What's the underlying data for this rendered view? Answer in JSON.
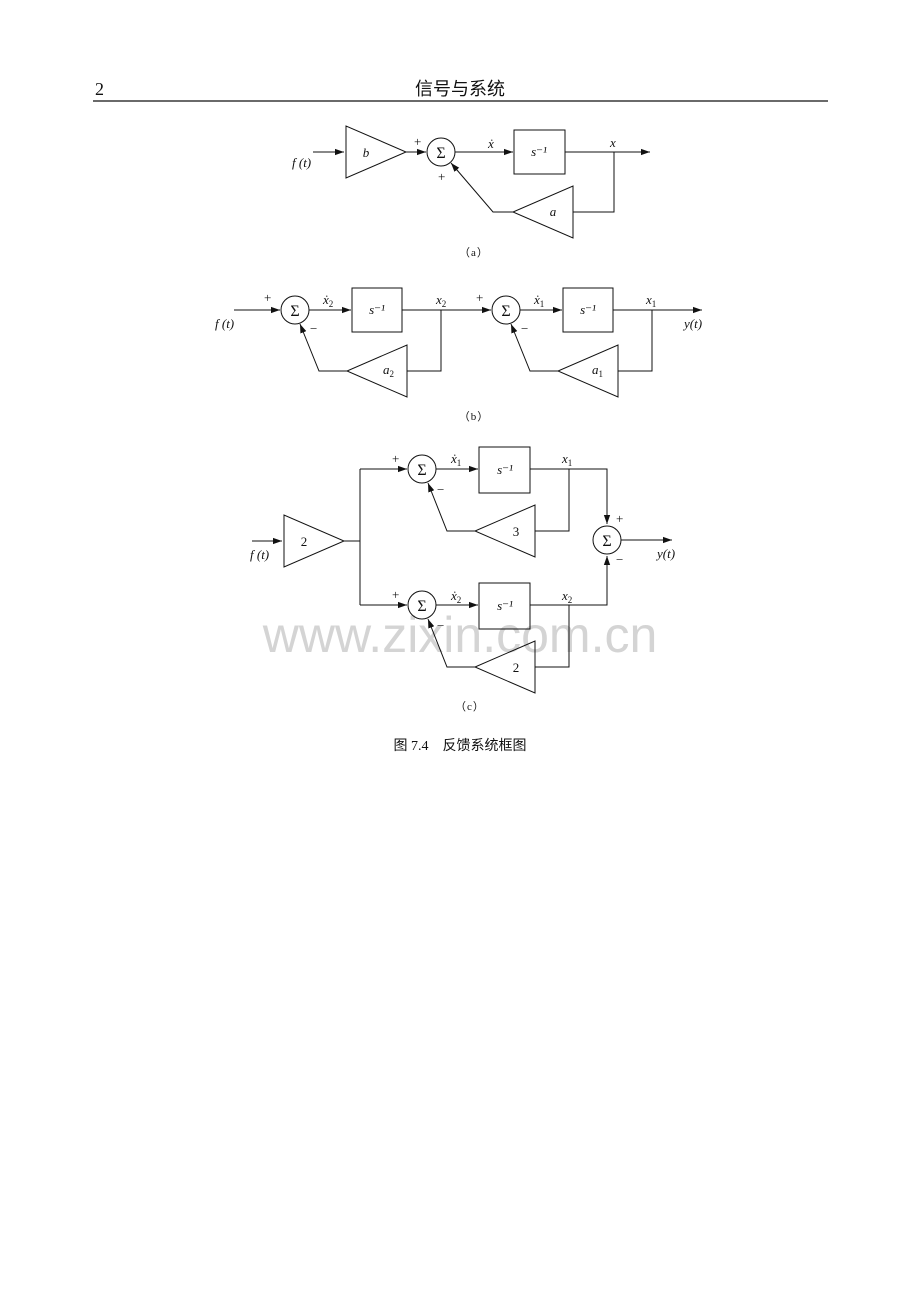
{
  "header": {
    "page_number": "2",
    "book_title": "信号与系统"
  },
  "diagram_a": {
    "input": "f (t)",
    "gain_b": "b",
    "plus_top": "+",
    "plus_bottom": "+",
    "sum_symbol": "Σ",
    "xdot": "ẋ",
    "integrator": "s⁻¹",
    "output_x": "x",
    "feedback_gain": "a",
    "caption": "（a）"
  },
  "diagram_b": {
    "input": "f (t)",
    "plus1": "+",
    "minus1": "−",
    "sum_symbol": "Σ",
    "xdot2": "ẋ",
    "xdot2_sub": "2",
    "integrator": "s⁻¹",
    "x2": "x",
    "x2_sub": "2",
    "feedback_a2": "a",
    "feedback_a2_sub": "2",
    "plus2": "+",
    "minus2": "−",
    "xdot1": "ẋ",
    "xdot1_sub": "1",
    "x1": "x",
    "x1_sub": "1",
    "feedback_a1": "a",
    "feedback_a1_sub": "1",
    "output": "y(t)",
    "caption": "（b）"
  },
  "diagram_c": {
    "input": "f (t)",
    "gain": "2",
    "sum_symbol": "Σ",
    "plus_top": "+",
    "minus_top": "−",
    "xdot1": "ẋ",
    "xdot1_sub": "1",
    "integrator": "s⁻¹",
    "x1": "x",
    "x1_sub": "1",
    "feedback_top": "3",
    "plus_bottom": "+",
    "minus_bottom": "−",
    "xdot2": "ẋ",
    "xdot2_sub": "2",
    "x2": "x",
    "x2_sub": "2",
    "feedback_bottom": "2",
    "out_plus": "+",
    "out_minus": "−",
    "output": "y(t)",
    "caption": "（c）"
  },
  "figure_caption": "图 7.4    反馈系统框图",
  "watermark": "www.zixin.com.cn"
}
